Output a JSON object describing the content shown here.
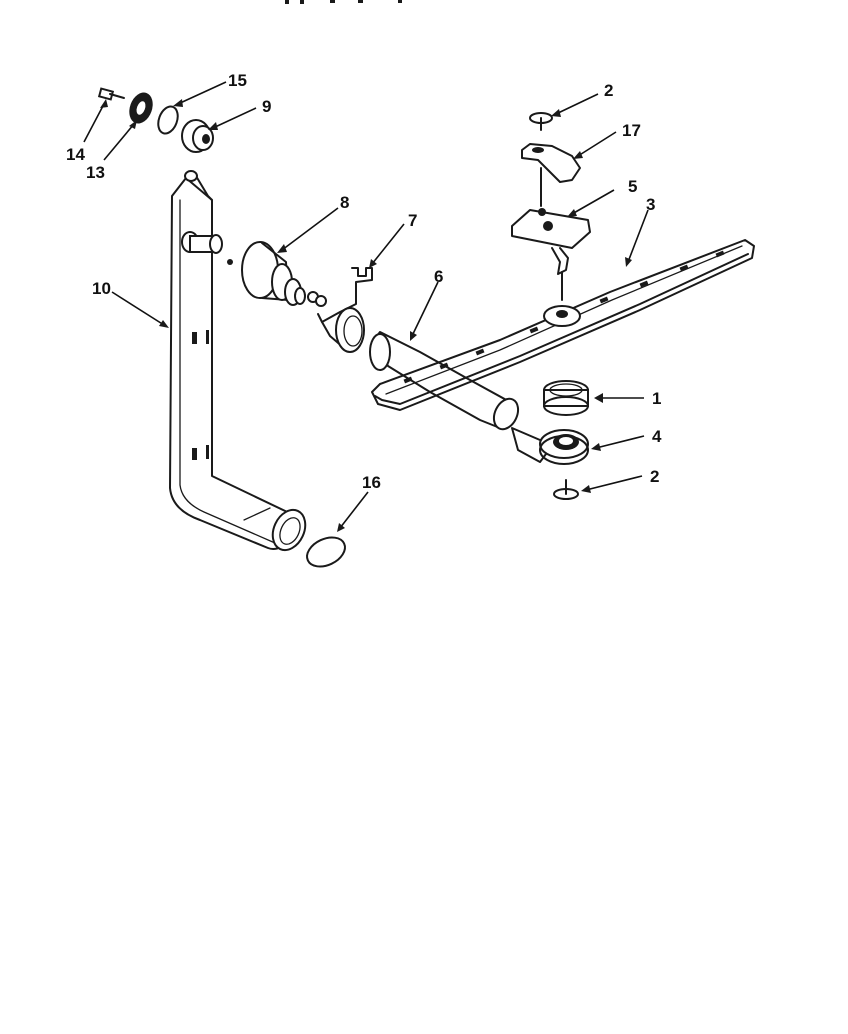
{
  "diagram": {
    "callouts": [
      {
        "id": "c14",
        "label": "14",
        "part": "screw"
      },
      {
        "id": "c13",
        "label": "13",
        "part": "washer"
      },
      {
        "id": "c15",
        "label": "15",
        "part": "o-ring"
      },
      {
        "id": "c9",
        "label": "9",
        "part": "nut"
      },
      {
        "id": "c10",
        "label": "10",
        "part": "supply-tube"
      },
      {
        "id": "c8",
        "label": "8",
        "part": "manifold-fitting"
      },
      {
        "id": "c7",
        "label": "7",
        "part": "clip"
      },
      {
        "id": "c6",
        "label": "6",
        "part": "manifold-tube"
      },
      {
        "id": "c16",
        "label": "16",
        "part": "o-ring-large"
      },
      {
        "id": "c2a",
        "label": "2",
        "part": "screw-top"
      },
      {
        "id": "c17",
        "label": "17",
        "part": "bracket"
      },
      {
        "id": "c5",
        "label": "5",
        "part": "mount"
      },
      {
        "id": "c3",
        "label": "3",
        "part": "spray-arm"
      },
      {
        "id": "c1",
        "label": "1",
        "part": "bearing-ring"
      },
      {
        "id": "c4",
        "label": "4",
        "part": "hub"
      },
      {
        "id": "c2b",
        "label": "2",
        "part": "screw-bottom"
      }
    ],
    "colors": {
      "ink": "#1a1a1a",
      "background": "#ffffff"
    }
  }
}
